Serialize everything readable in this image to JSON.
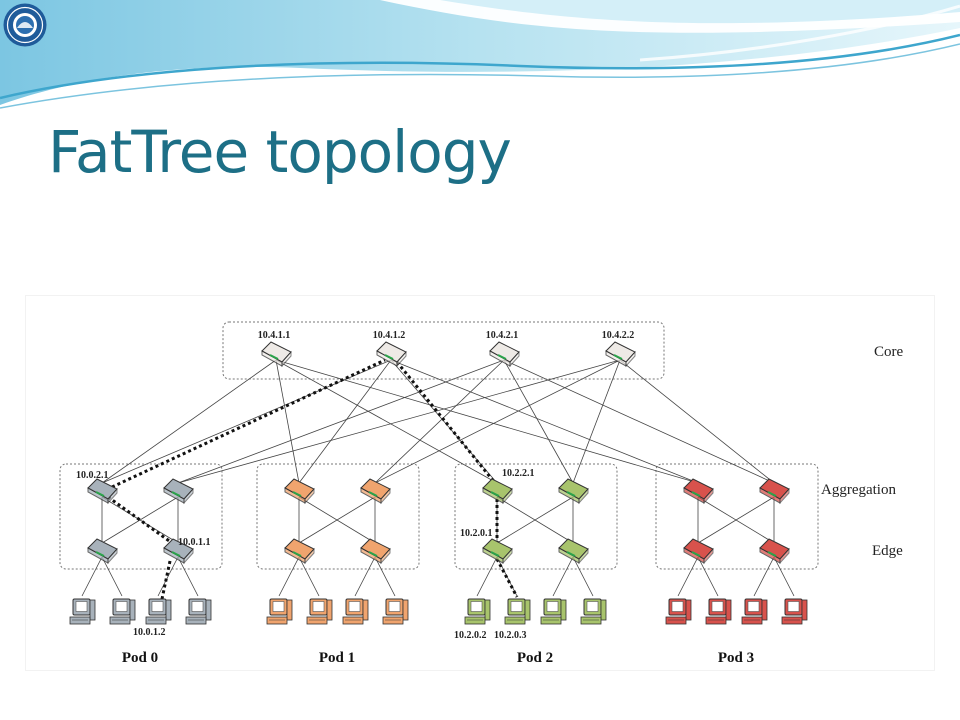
{
  "slide": {
    "title": "FatTree topology"
  },
  "diagram": {
    "layers": [
      "Core",
      "Aggregation",
      "Edge"
    ],
    "pods": [
      "Pod 0",
      "Pod 1",
      "Pod 2",
      "Pod 3"
    ],
    "core_switches": [
      "10.4.1.1",
      "10.4.1.2",
      "10.4.2.1",
      "10.4.2.2"
    ],
    "labels": {
      "agg_pod0": "10.0.2.1",
      "edge_pod0": "10.0.1.1",
      "host_pod0": "10.0.1.2",
      "agg_pod2": "10.2.2.1",
      "edge_pod2": "10.2.0.1",
      "host_pod2_a": "10.2.0.2",
      "host_pod2_b": "10.2.0.3"
    },
    "pod_colors": [
      "#a8b2bb",
      "#f0a46e",
      "#a8c46c",
      "#d8524c"
    ],
    "core_color": "#eeeae6"
  }
}
